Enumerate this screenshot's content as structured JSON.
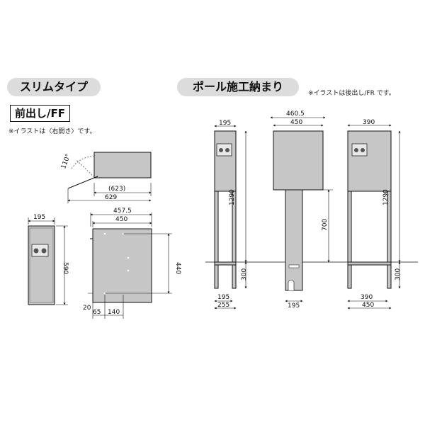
{
  "left_section": {
    "pill_title": "スリムタイプ",
    "type_label": "前出し/FF",
    "note": "※イラストは〈右開き〉です。",
    "dims": {
      "angle": "110°",
      "depth_inner": "(623)",
      "depth_total": "629",
      "front_width": "195",
      "front_height": "590",
      "side_total_width": "457.5",
      "side_width": "450",
      "side_height": "440",
      "bottom_offset": "20",
      "bottom_left": "65",
      "bottom_right": "140"
    }
  },
  "right_section": {
    "pill_title": "ポール施工納まり",
    "note": "※イラストは後出し/FR です。",
    "dims": {
      "front_top_width": "195",
      "front_height": "1290",
      "front_base": "300",
      "front_bottom_inner": "195",
      "front_bottom_outer": "255",
      "side_top_total": "460.5",
      "side_top_width": "450",
      "side_pole_height": "700",
      "side_bottom": "195",
      "wide_top_width": "390",
      "wide_height": "1290",
      "wide_base": "300",
      "wide_bottom_inner": "390",
      "wide_bottom_outer": "450"
    }
  },
  "colors": {
    "pill_bg": "#dcdcdc",
    "panel": "#c6c6c6",
    "line": "#111111"
  }
}
